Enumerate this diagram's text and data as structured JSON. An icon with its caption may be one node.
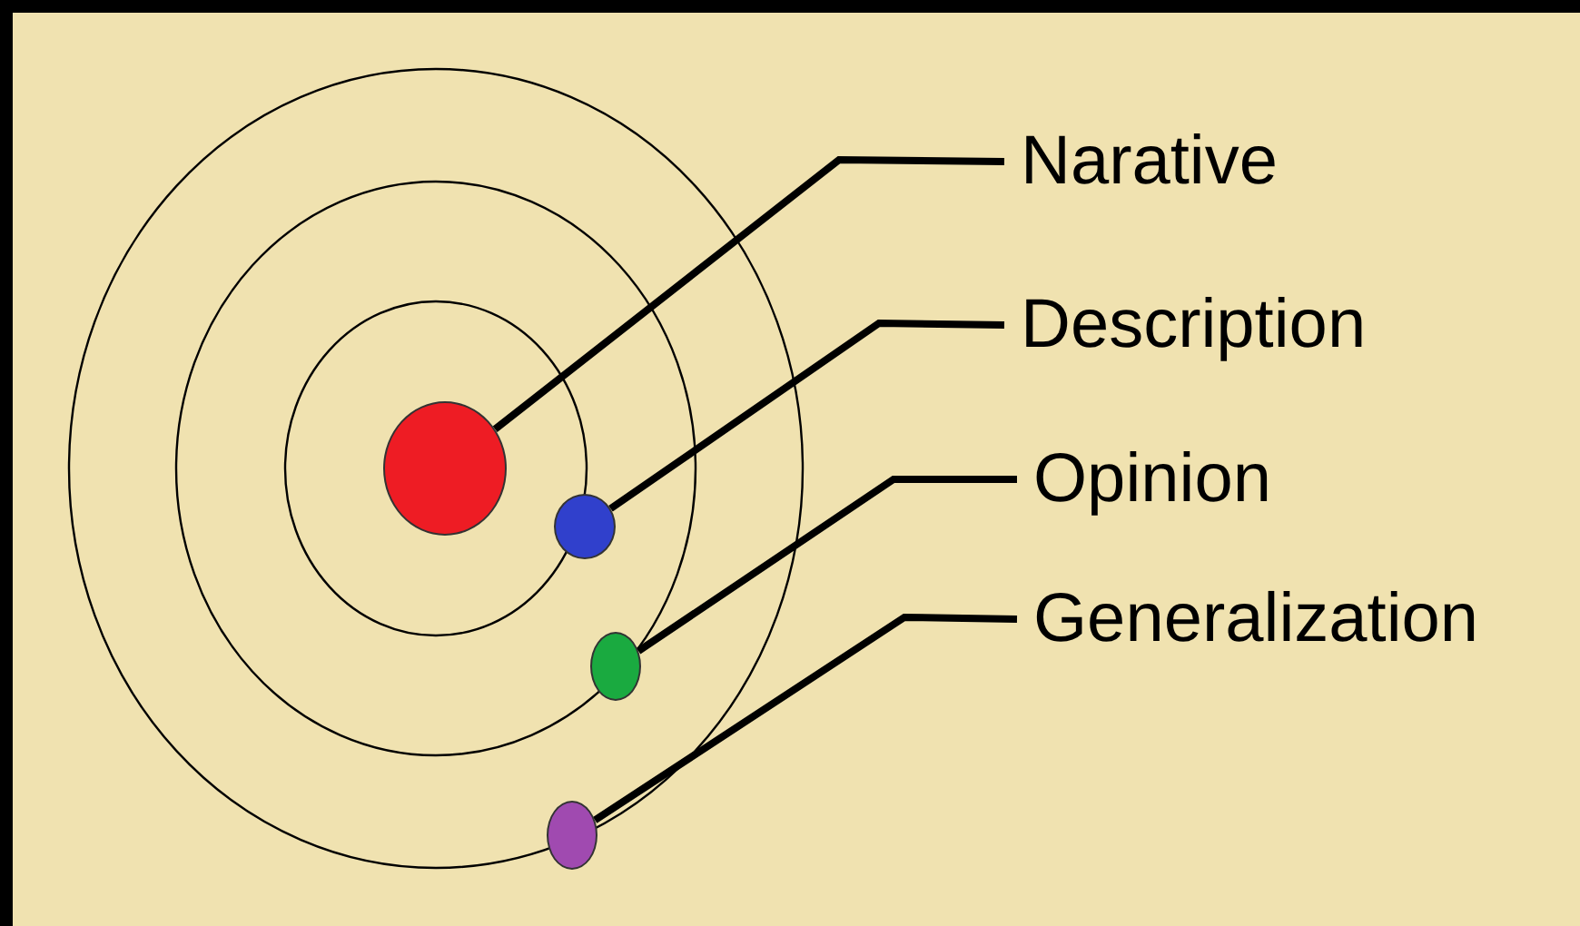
{
  "diagram": {
    "nodes": [
      {
        "text": [
          "Narative"
        ]
      },
      {
        "text": [
          "Description"
        ]
      },
      {
        "text": [
          "Opinion"
        ]
      },
      {
        "text": [
          "Generalization"
        ]
      },
      {
        "text": [],
        "shape": "circle"
      },
      {
        "text": [],
        "shape": "circle"
      },
      {
        "text": [],
        "shape": "circle"
      },
      {
        "text": [],
        "shape": "circle"
      }
    ],
    "edges": [
      {
        "from": 0,
        "to": 4,
        "arrow": "none"
      },
      {
        "from": 1,
        "to": 5,
        "arrow": "none"
      },
      {
        "from": 2,
        "to": 6,
        "arrow": "none"
      },
      {
        "from": 3,
        "to": 7,
        "arrow": "none"
      }
    ]
  }
}
